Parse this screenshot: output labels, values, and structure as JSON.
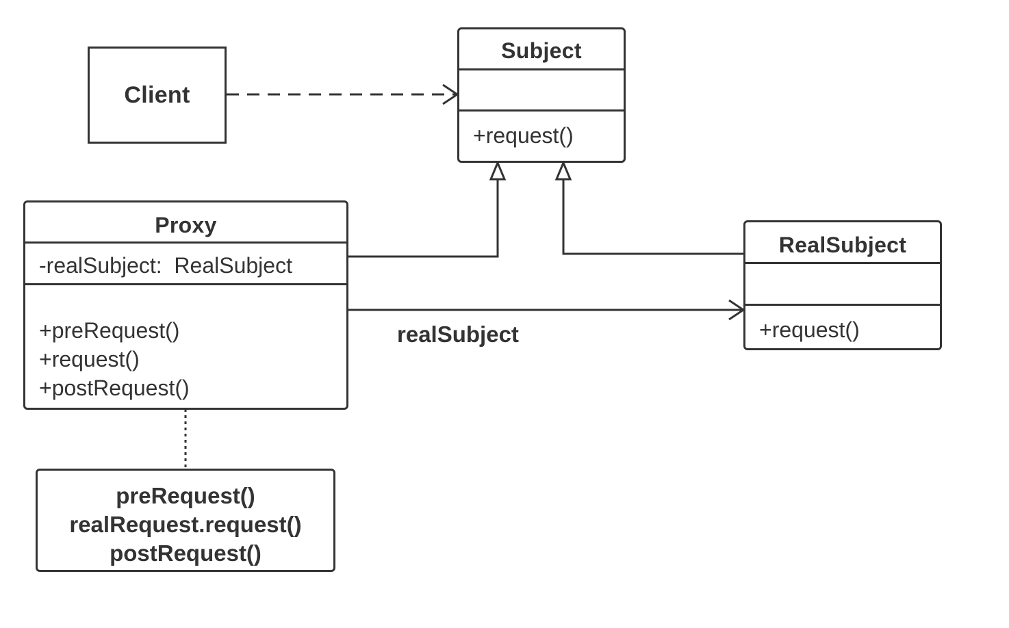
{
  "client": {
    "label": "Client"
  },
  "subject": {
    "name": "Subject",
    "attributes": [],
    "operations": [
      "+request()"
    ]
  },
  "proxy": {
    "name": "Proxy",
    "attributes": [
      "-realSubject:  RealSubject"
    ],
    "operations": [
      "+preRequest()",
      "+request()",
      "+postRequest()"
    ]
  },
  "real_subject": {
    "name": "RealSubject",
    "attributes": [],
    "operations": [
      "+request()"
    ]
  },
  "association": {
    "label": "realSubject"
  },
  "note": {
    "lines": [
      "preRequest()",
      "realRequest.request()",
      "postRequest()"
    ]
  },
  "relationships": [
    {
      "from": "Client",
      "to": "Subject",
      "kind": "dependency",
      "line": "dashed",
      "arrow": "open"
    },
    {
      "from": "Proxy",
      "to": "Subject",
      "kind": "realization",
      "line": "solid",
      "arrow": "hollow-triangle"
    },
    {
      "from": "RealSubject",
      "to": "Subject",
      "kind": "realization",
      "line": "solid",
      "arrow": "hollow-triangle"
    },
    {
      "from": "Proxy",
      "to": "RealSubject",
      "kind": "association",
      "line": "solid",
      "arrow": "open"
    },
    {
      "from": "Proxy",
      "to": "note",
      "kind": "note-anchor",
      "line": "dotted",
      "arrow": "none"
    }
  ],
  "colors": {
    "stroke": "#333333",
    "background": "#ffffff",
    "text": "#333333"
  }
}
